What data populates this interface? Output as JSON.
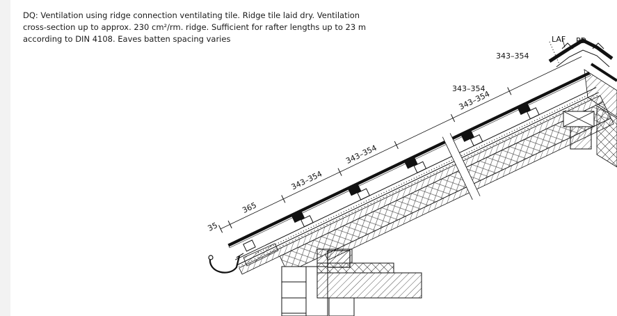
{
  "description": "DQ: Ventilation using ridge connection ventilating tile. Ridge tile laid dry. Ventilation cross-section up to approx. 230 cm²/rm. ridge. Sufficient for rafter lengths up to 23 m according to DIN 4108. Eaves batten spacing varies",
  "labels": {
    "laf": "LAF",
    "pd": "PD",
    "dim_35": "35",
    "dim_365": "365",
    "dim_span_1": "343–354",
    "dim_span_2": "343–354",
    "dim_span_3": "343–354",
    "dim_span_4": "343–354",
    "dim_span_5": "343–354"
  }
}
